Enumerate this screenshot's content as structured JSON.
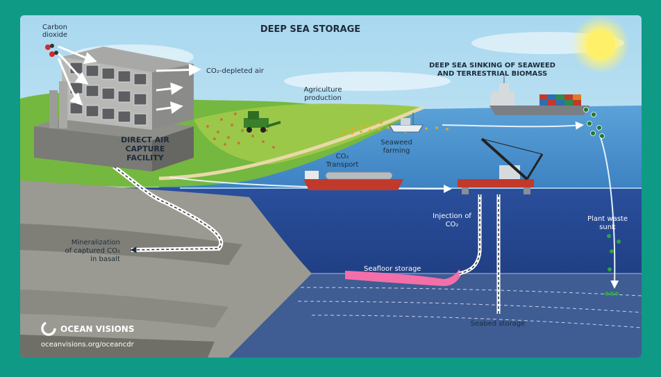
{
  "title": "DEEP SEA STORAGE",
  "labels": {
    "carbon_dioxide": [
      "Carbon",
      "dioxide"
    ],
    "co2_depleted_air": "CO₂-depleted air",
    "agriculture": [
      "Agriculture",
      "production"
    ],
    "deep_sea_sinking": [
      "DEEP SEA SINKING OF SEAWEED",
      "AND TERRESTRIAL BIOMASS"
    ],
    "dac_facility": [
      "DIRECT AIR",
      "CAPTURE",
      "FACILITY"
    ],
    "seaweed_farming": [
      "Seaweed",
      "farming"
    ],
    "co2_transport": [
      "CO₂",
      "Transport"
    ],
    "injection": [
      "Injection of",
      "CO₂"
    ],
    "plant_waste": [
      "Plant waste",
      "sunk"
    ],
    "mineralization": [
      "Mineralization",
      "of captured CO₂",
      "in basalt"
    ],
    "seafloor_storage": "Seafloor storage",
    "seabed_storage": "Seabed storage"
  },
  "brand": {
    "name": "OCEAN VISIONS",
    "url": "oceanvisions.org/oceancdr"
  },
  "colors": {
    "background": "#0f9a86",
    "sky": "#bfe3f4",
    "deep_water": "#1d3e8c",
    "surface_water": "#4c93cf",
    "land": "#6fb43c",
    "sun": "#fff27a",
    "seafloor_storage": "#f26fa9"
  }
}
